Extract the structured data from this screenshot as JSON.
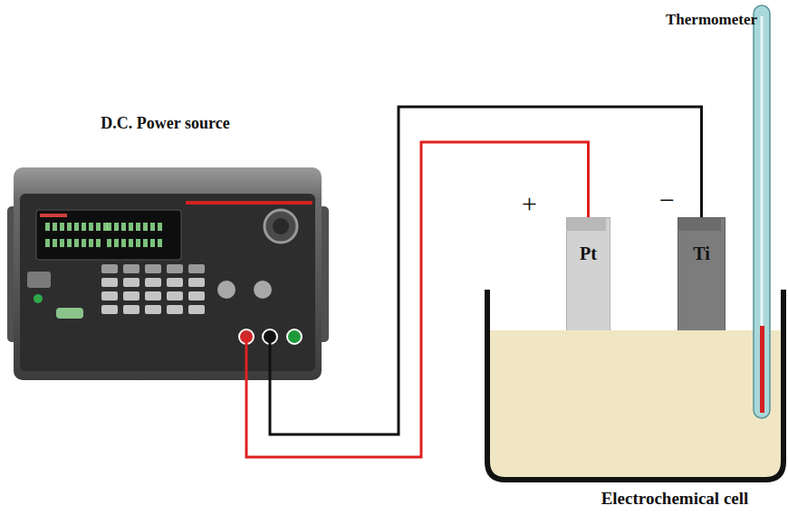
{
  "diagram": {
    "nodes": [
      {
        "text": [
          "D.C. Power source"
        ]
      },
      {
        "text": [
          "Thermometer"
        ]
      },
      {
        "text": [
          "Electrochemical cell"
        ]
      },
      {
        "text": [
          "Pt"
        ],
        "in": 2
      },
      {
        "text": [
          "Ti"
        ],
        "in": 2
      }
    ],
    "edges": [
      {
        "from": 0,
        "to": 3,
        "arrow": "none"
      },
      {
        "from": 0,
        "to": 4,
        "arrow": "none"
      }
    ],
    "labels": [
      "+",
      "−"
    ]
  }
}
